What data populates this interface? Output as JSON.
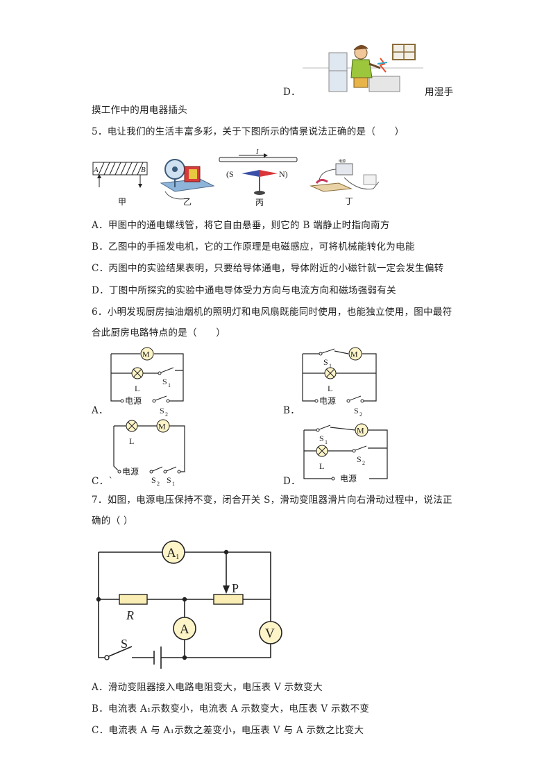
{
  "q4": {
    "option_d_label": "D．",
    "option_d_text_1": "用湿手",
    "option_d_text_2": "摸工作中的用电器插头"
  },
  "q5": {
    "stem": "5．电让我们的生活丰富多彩，关于下图所示的情景说法正确的是（　　）",
    "fig_jia": {
      "label": "甲",
      "end_a": "A",
      "end_b": "B"
    },
    "fig_yi": {
      "label": "乙"
    },
    "fig_bing": {
      "label": "丙",
      "current": "I",
      "left": "(S",
      "right": "N)"
    },
    "fig_ding": {
      "label": "丁",
      "box_label": "电源"
    },
    "options": [
      "A．甲图中的通电螺线管，将它自由悬垂，则它的 B 端静止时指向南方",
      "B．乙图中的手摇发电机，它的工作原理是电磁感应，可将机械能转化为电能",
      "C．丙图中的实验结果表明，只要给导体通电，导体附近的小磁针就一定会发生偏转",
      "D．丁图中所探究的实验中通电导体受力方向与电流方向和磁场强弱有关"
    ]
  },
  "q6": {
    "stem_1": "6．小明发现厨房抽油烟机的照明灯和电风扇既能同时使用，也能独立使用，图中最符",
    "stem_2": "合此厨房电路特点的是（　　）",
    "option_labels": [
      "A．",
      "B．",
      "C．`",
      "D．"
    ],
    "motor": "M",
    "lamp": "L",
    "source": "电源",
    "s1": "S",
    "s1_sub": "1",
    "s2": "S",
    "s2_sub": "2"
  },
  "q7": {
    "stem_1": "7．如图，电源电压保持不变，闭合开关 S，滑动变阻器滑片向右滑动过程中，说法正",
    "stem_2": "确的（ ）",
    "a1": "A",
    "a1_sub": "1",
    "p": "P",
    "r": "R",
    "a": "A",
    "v": "V",
    "s": "S",
    "options": [
      "A．滑动变阻器接入电路电阻变大，电压表 V 示数变大",
      "B．电流表 A₁示数变小，电流表 A 示数变大，电压表 V 示数不变",
      "C．电流表 A 与 A₁示数之差变小，电压表 V 与 A 示数之比变大"
    ]
  },
  "colors": {
    "text": "#222222",
    "meter_fill": "#fdf4c8",
    "resistor_fill": "#fbeeb4"
  }
}
